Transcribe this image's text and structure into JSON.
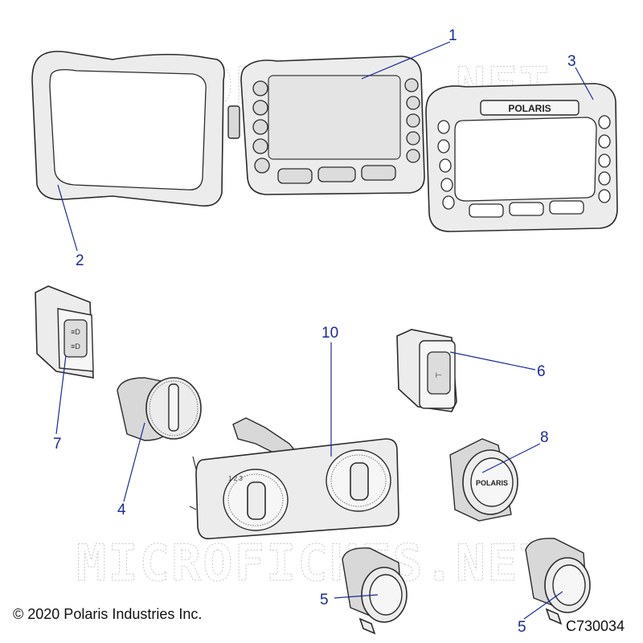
{
  "watermark": "MICROFICHES.NET",
  "callouts": {
    "c1": "1",
    "c2": "2",
    "c3": "3",
    "c4": "4",
    "c5a": "5",
    "c5b": "5",
    "c6": "6",
    "c7": "7",
    "c8": "8",
    "c10": "10"
  },
  "logo_text": "POLARIS",
  "copyright": "© 2020 Polaris Industries Inc.",
  "part_number": "C730034"
}
